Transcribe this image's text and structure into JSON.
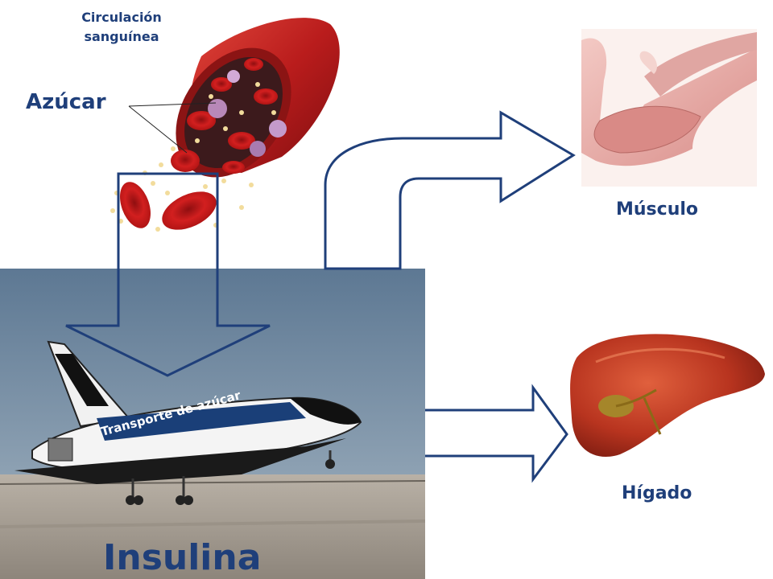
{
  "labels": {
    "blood_circulation": "Circulación\nsanguínea",
    "sugar": "Azúcar",
    "muscle": "Músculo",
    "liver": "Hígado",
    "insulin": "Insulina",
    "sugar_transport": "Transporte de azúcar"
  },
  "colors": {
    "text_blue": "#1f3f7a",
    "arrow_stroke": "#1f3f7a",
    "blood_red": "#c0201c",
    "sky": "#6f8aa4",
    "runway": "#a59d92"
  },
  "icons": {
    "blood_vessel": "blood-vessel-illustration",
    "muscle": "arm-muscle-illustration",
    "liver": "liver-illustration",
    "shuttle": "space-shuttle-photo"
  }
}
